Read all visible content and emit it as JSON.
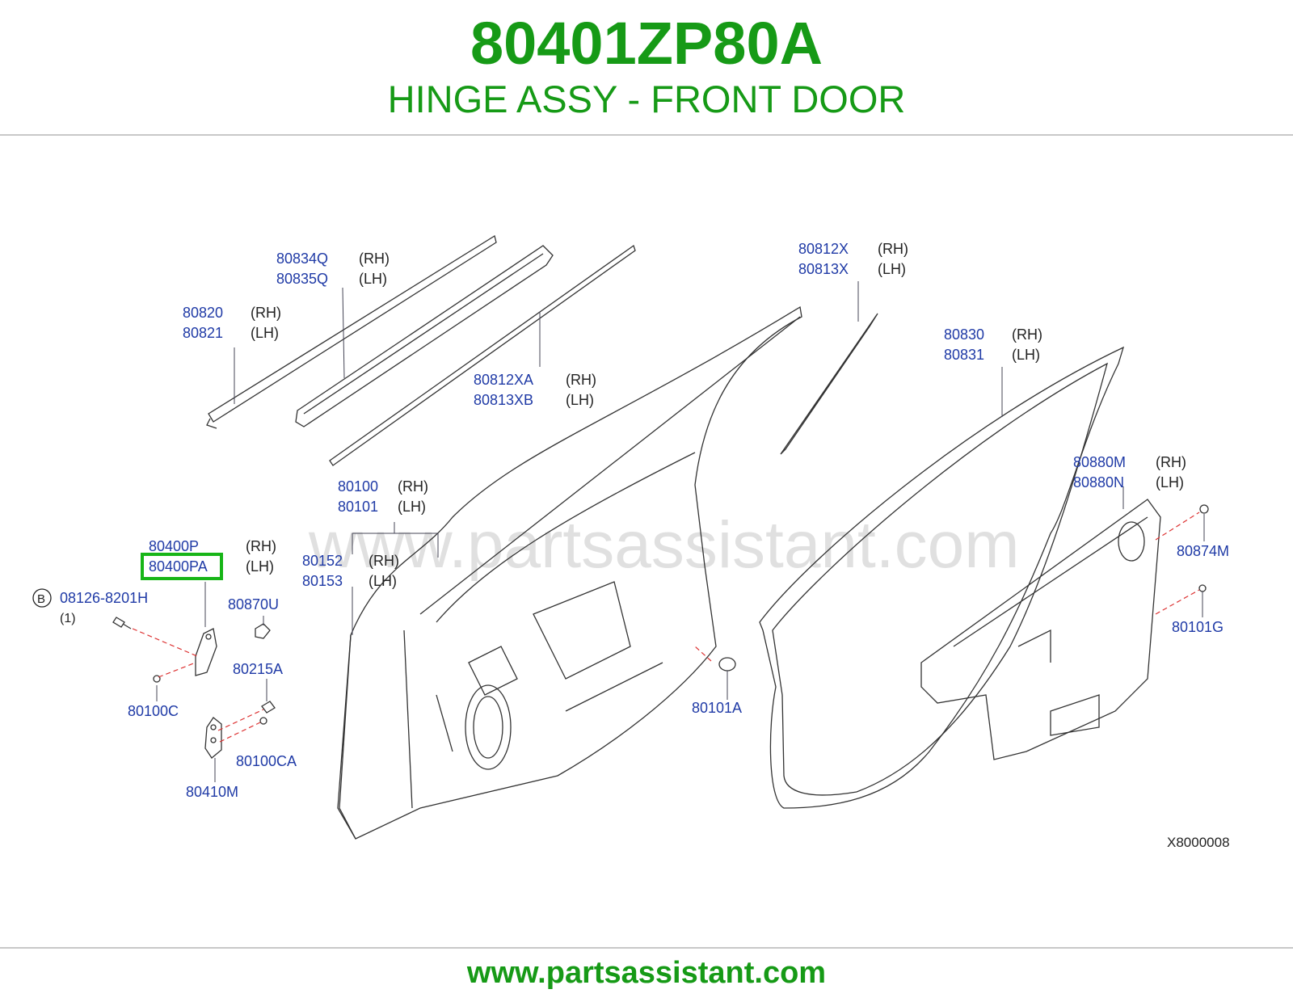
{
  "header": {
    "part_number": "80401ZP80A",
    "description": "HINGE ASSY - FRONT DOOR"
  },
  "watermark": "www.partsassistant.com",
  "diagram_code": "X8000008",
  "footer": {
    "url": "www.partsassistant.com"
  },
  "highlight_color": "#17b517",
  "callouts": [
    {
      "part": "80834Q",
      "side": "(RH)"
    },
    {
      "part": "80835Q",
      "side": "(LH)"
    },
    {
      "part": "80820",
      "side": "(RH)"
    },
    {
      "part": "80821",
      "side": "(LH)"
    },
    {
      "part": "80812XA",
      "side": "(RH)"
    },
    {
      "part": "80813XB",
      "side": "(LH)"
    },
    {
      "part": "80812X",
      "side": "(RH)"
    },
    {
      "part": "80813X",
      "side": "(LH)"
    },
    {
      "part": "80830",
      "side": "(RH)"
    },
    {
      "part": "80831",
      "side": "(LH)"
    },
    {
      "part": "80100",
      "side": "(RH)"
    },
    {
      "part": "80101",
      "side": "(LH)"
    },
    {
      "part": "80880M",
      "side": "(RH)"
    },
    {
      "part": "80880N",
      "side": "(LH)"
    },
    {
      "part": "80400P",
      "side": "(RH)"
    },
    {
      "part": "80400PA",
      "side": "(LH)"
    },
    {
      "part": "80152",
      "side": "(RH)"
    },
    {
      "part": "80153",
      "side": "(LH)"
    },
    {
      "part": "08126-8201H",
      "side": "(1)"
    },
    {
      "part": "80870U",
      "side": ""
    },
    {
      "part": "80215A",
      "side": ""
    },
    {
      "part": "80100C",
      "side": ""
    },
    {
      "part": "80100CA",
      "side": ""
    },
    {
      "part": "80410M",
      "side": ""
    },
    {
      "part": "80101A",
      "side": ""
    },
    {
      "part": "80874M",
      "side": ""
    },
    {
      "part": "80101G",
      "side": ""
    }
  ],
  "bolt_marker": "B"
}
